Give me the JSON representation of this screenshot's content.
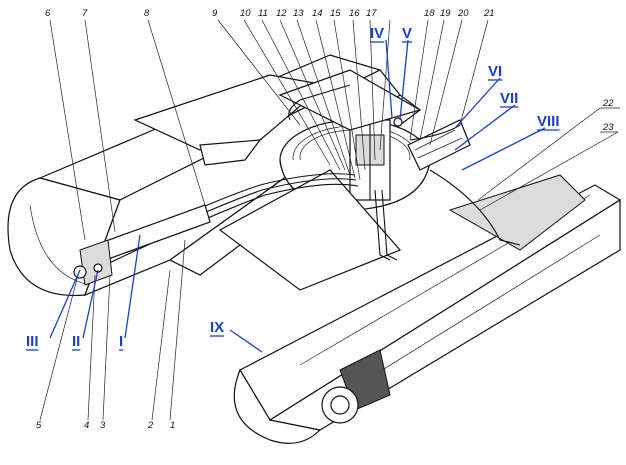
{
  "figure": {
    "part_numbers": [
      "1",
      "2",
      "3",
      "4",
      "5",
      "6",
      "7",
      "8",
      "9",
      "10",
      "11",
      "12",
      "13",
      "14",
      "15",
      "16",
      "17",
      "18",
      "19",
      "20",
      "21",
      "22",
      "23"
    ],
    "section_labels": [
      "I",
      "II",
      "III",
      "IV",
      "V",
      "VI",
      "VII",
      "VIII",
      "IX"
    ]
  }
}
